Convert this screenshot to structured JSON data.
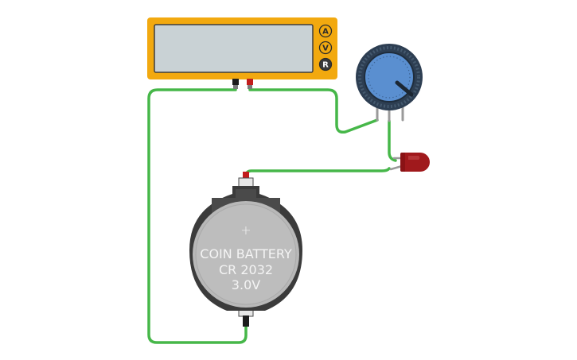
{
  "multimeter": {
    "modes": [
      "A",
      "V",
      "R"
    ],
    "active_mode": "R",
    "display_value": "",
    "body_color": "#f2a90f"
  },
  "battery": {
    "line1": "COIN BATTERY",
    "line2": "CR 2032",
    "line3": "3.0V",
    "plus_symbol": "+"
  },
  "wire_color": "#46b749",
  "led_color": "#a0191c",
  "potentiometer": {
    "knob_color": "#5a8fd0"
  }
}
